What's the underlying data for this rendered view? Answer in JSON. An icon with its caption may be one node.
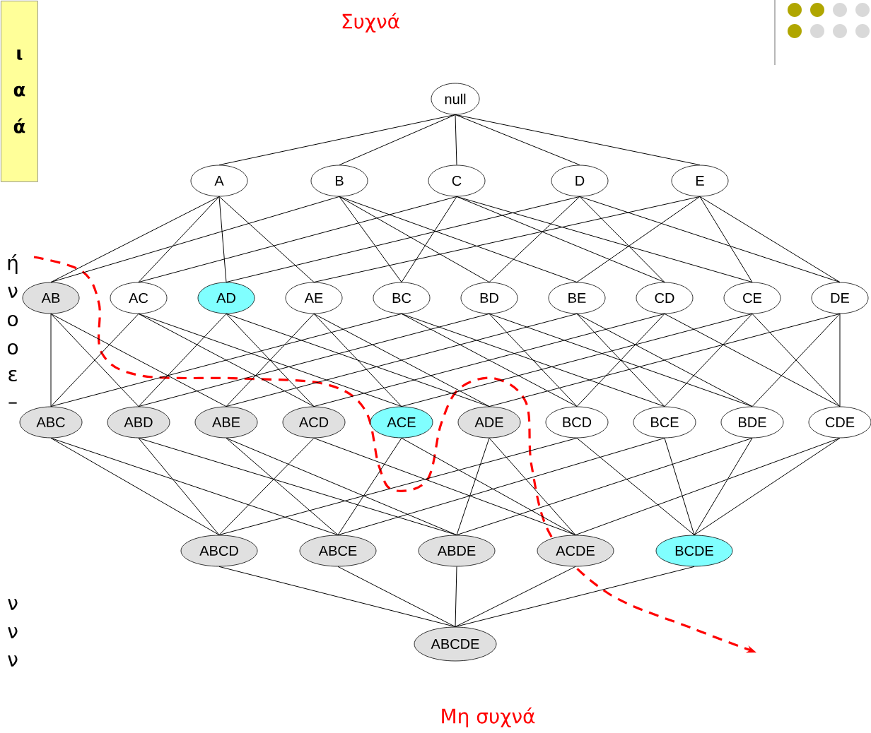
{
  "diagram": {
    "nodes": [
      {
        "text": [
          "ι α ά"
        ]
      },
      {
        "text": [
          "null"
        ]
      },
      {
        "text": [
          "A"
        ]
      },
      {
        "text": [
          "B"
        ]
      },
      {
        "text": [
          "C"
        ]
      },
      {
        "text": [
          "D"
        ]
      },
      {
        "text": [
          "E"
        ]
      },
      {
        "text": [
          "AB"
        ]
      },
      {
        "text": [
          "AC"
        ]
      },
      {
        "text": [
          "AD"
        ]
      },
      {
        "text": [
          "AE"
        ]
      },
      {
        "text": [
          "BC"
        ]
      },
      {
        "text": [
          "BD"
        ]
      },
      {
        "text": [
          "BE"
        ]
      },
      {
        "text": [
          "CD"
        ]
      },
      {
        "text": [
          "CE"
        ]
      },
      {
        "text": [
          "DE"
        ]
      },
      {
        "text": [
          "ABC"
        ]
      },
      {
        "text": [
          "ABD"
        ]
      },
      {
        "text": [
          "ABE"
        ]
      },
      {
        "text": [
          "ACD"
        ]
      },
      {
        "text": [
          "ACE"
        ]
      },
      {
        "text": [
          "ADE"
        ]
      },
      {
        "text": [
          "BCD"
        ]
      },
      {
        "text": [
          "BCE"
        ]
      },
      {
        "text": [
          "BDE"
        ]
      },
      {
        "text": [
          "CDE"
        ]
      },
      {
        "text": [
          "ABCD"
        ]
      },
      {
        "text": [
          "ABCE"
        ]
      },
      {
        "text": [
          "ABDE"
        ]
      },
      {
        "text": [
          "ACDE"
        ]
      },
      {
        "text": [
          "BCDE"
        ]
      },
      {
        "text": [
          "ABCDE"
        ]
      }
    ],
    "edges": [
      {
        "from": 1,
        "to": 2,
        "arrow": "none"
      },
      {
        "from": 1,
        "to": 3,
        "arrow": "none"
      },
      {
        "from": 1,
        "to": 4,
        "arrow": "none"
      },
      {
        "from": 1,
        "to": 5,
        "arrow": "none"
      },
      {
        "from": 1,
        "to": 6,
        "arrow": "none"
      },
      {
        "from": 2,
        "to": 7,
        "arrow": "none"
      },
      {
        "from": 2,
        "to": 8,
        "arrow": "none"
      },
      {
        "from": 2,
        "to": 9,
        "arrow": "none"
      },
      {
        "from": 2,
        "to": 10,
        "arrow": "none"
      },
      {
        "from": 3,
        "to": 7,
        "arrow": "none"
      },
      {
        "from": 3,
        "to": 11,
        "arrow": "none"
      },
      {
        "from": 3,
        "to": 12,
        "arrow": "none"
      },
      {
        "from": 3,
        "to": 13,
        "arrow": "none"
      },
      {
        "from": 4,
        "to": 8,
        "arrow": "none"
      },
      {
        "from": 4,
        "to": 11,
        "arrow": "none"
      },
      {
        "from": 4,
        "to": 14,
        "arrow": "none"
      },
      {
        "from": 4,
        "to": 15,
        "arrow": "none"
      },
      {
        "from": 5,
        "to": 9,
        "arrow": "none"
      },
      {
        "from": 5,
        "to": 12,
        "arrow": "none"
      },
      {
        "from": 5,
        "to": 14,
        "arrow": "none"
      },
      {
        "from": 5,
        "to": 16,
        "arrow": "none"
      },
      {
        "from": 6,
        "to": 10,
        "arrow": "none"
      },
      {
        "from": 6,
        "to": 13,
        "arrow": "none"
      },
      {
        "from": 6,
        "to": 15,
        "arrow": "none"
      },
      {
        "from": 6,
        "to": 16,
        "arrow": "none"
      },
      {
        "from": 7,
        "to": 17,
        "arrow": "none"
      },
      {
        "from": 7,
        "to": 18,
        "arrow": "none"
      },
      {
        "from": 7,
        "to": 19,
        "arrow": "none"
      },
      {
        "from": 8,
        "to": 17,
        "arrow": "none"
      },
      {
        "from": 8,
        "to": 20,
        "arrow": "none"
      },
      {
        "from": 8,
        "to": 21,
        "arrow": "none"
      },
      {
        "from": 9,
        "to": 18,
        "arrow": "none"
      },
      {
        "from": 9,
        "to": 20,
        "arrow": "none"
      },
      {
        "from": 9,
        "to": 22,
        "arrow": "none"
      },
      {
        "from": 10,
        "to": 19,
        "arrow": "none"
      },
      {
        "from": 10,
        "to": 21,
        "arrow": "none"
      },
      {
        "from": 10,
        "to": 22,
        "arrow": "none"
      },
      {
        "from": 11,
        "to": 17,
        "arrow": "none"
      },
      {
        "from": 11,
        "to": 23,
        "arrow": "none"
      },
      {
        "from": 11,
        "to": 24,
        "arrow": "none"
      },
      {
        "from": 12,
        "to": 18,
        "arrow": "none"
      },
      {
        "from": 12,
        "to": 23,
        "arrow": "none"
      },
      {
        "from": 12,
        "to": 25,
        "arrow": "none"
      },
      {
        "from": 13,
        "to": 19,
        "arrow": "none"
      },
      {
        "from": 13,
        "to": 24,
        "arrow": "none"
      },
      {
        "from": 13,
        "to": 25,
        "arrow": "none"
      },
      {
        "from": 14,
        "to": 20,
        "arrow": "none"
      },
      {
        "from": 14,
        "to": 23,
        "arrow": "none"
      },
      {
        "from": 14,
        "to": 26,
        "arrow": "none"
      },
      {
        "from": 15,
        "to": 21,
        "arrow": "none"
      },
      {
        "from": 15,
        "to": 24,
        "arrow": "none"
      },
      {
        "from": 15,
        "to": 26,
        "arrow": "none"
      },
      {
        "from": 16,
        "to": 22,
        "arrow": "none"
      },
      {
        "from": 16,
        "to": 25,
        "arrow": "none"
      },
      {
        "from": 16,
        "to": 26,
        "arrow": "none"
      },
      {
        "from": 17,
        "to": 27,
        "arrow": "none"
      },
      {
        "from": 17,
        "to": 28,
        "arrow": "none"
      },
      {
        "from": 18,
        "to": 27,
        "arrow": "none"
      },
      {
        "from": 18,
        "to": 29,
        "arrow": "none"
      },
      {
        "from": 19,
        "to": 28,
        "arrow": "none"
      },
      {
        "from": 19,
        "to": 29,
        "arrow": "none"
      },
      {
        "from": 20,
        "to": 27,
        "arrow": "none"
      },
      {
        "from": 20,
        "to": 30,
        "arrow": "none"
      },
      {
        "from": 21,
        "to": 28,
        "arrow": "none"
      },
      {
        "from": 21,
        "to": 30,
        "arrow": "none"
      },
      {
        "from": 22,
        "to": 29,
        "arrow": "none"
      },
      {
        "from": 22,
        "to": 30,
        "arrow": "none"
      },
      {
        "from": 23,
        "to": 27,
        "arrow": "none"
      },
      {
        "from": 23,
        "to": 31,
        "arrow": "none"
      },
      {
        "from": 24,
        "to": 28,
        "arrow": "none"
      },
      {
        "from": 24,
        "to": 31,
        "arrow": "none"
      },
      {
        "from": 25,
        "to": 29,
        "arrow": "none"
      },
      {
        "from": 25,
        "to": 31,
        "arrow": "none"
      },
      {
        "from": 26,
        "to": 30,
        "arrow": "none"
      },
      {
        "from": 26,
        "to": 31,
        "arrow": "none"
      },
      {
        "from": 27,
        "to": 32,
        "arrow": "none"
      },
      {
        "from": 28,
        "to": 32,
        "arrow": "none"
      },
      {
        "from": 29,
        "to": 32,
        "arrow": "none"
      },
      {
        "from": 30,
        "to": 32,
        "arrow": "none"
      },
      {
        "from": 31,
        "to": 32,
        "arrow": "none"
      }
    ],
    "labels": [
      "Συχνά",
      "ή",
      "ν",
      "ο",
      "ο",
      "ε",
      "–",
      "ν",
      "ν",
      "ν",
      "Μη συχνά"
    ]
  }
}
